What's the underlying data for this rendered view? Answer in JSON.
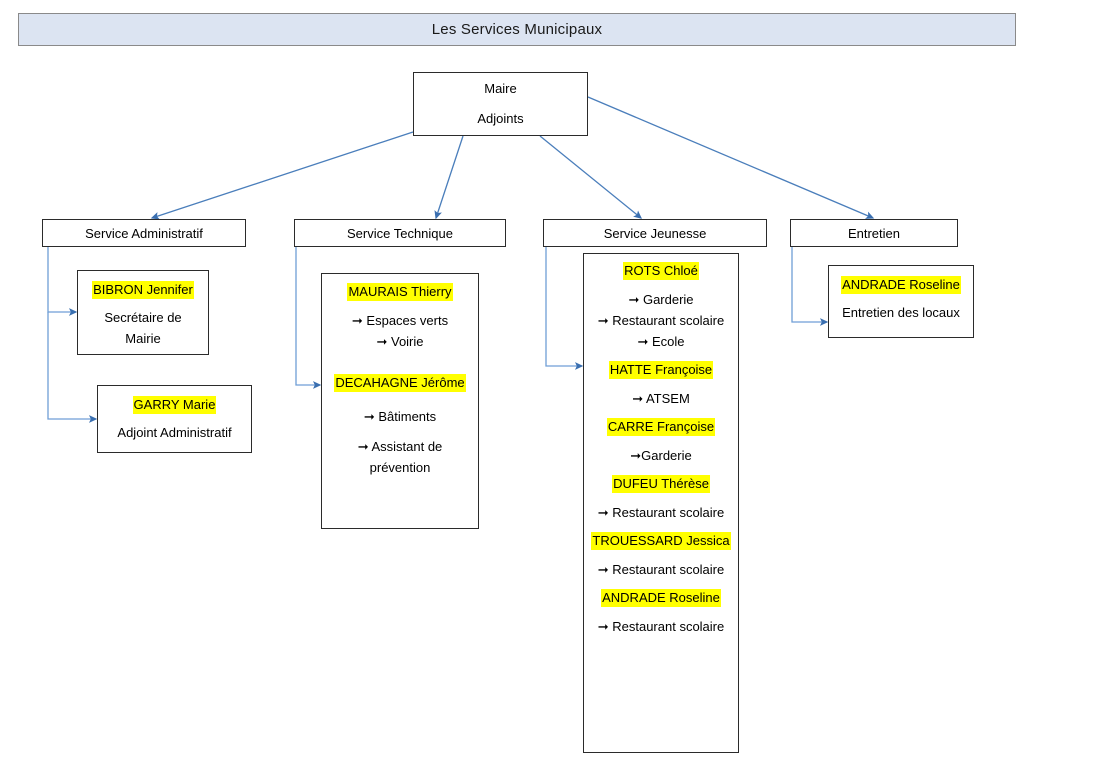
{
  "title": {
    "text": "Les Services Municipaux",
    "background": "#dce4f2",
    "border": "#8a8a8a"
  },
  "colors": {
    "connector": "#4a7ebb",
    "highlight": "#ffff00",
    "box_border": "#2b2b2b",
    "text": "#000000"
  },
  "root": {
    "line1": "Maire",
    "line2": "Adjoints"
  },
  "departments": [
    {
      "id": "administratif",
      "label": "Service Administratif"
    },
    {
      "id": "technique",
      "label": "Service Technique"
    },
    {
      "id": "jeunesse",
      "label": "Service Jeunesse"
    },
    {
      "id": "entretien",
      "label": "Entretien"
    }
  ],
  "administratif": {
    "people": [
      {
        "name": "BIBRON Jennifer",
        "role_line1": "Secrétaire de",
        "role_line2": "Mairie"
      },
      {
        "name": "GARRY Marie",
        "role_line1": "Adjoint Administratif",
        "role_line2": ""
      }
    ]
  },
  "technique": {
    "people": [
      {
        "name": "MAURAIS Thierry",
        "duties": [
          "➞ Espaces verts",
          "➞ Voirie"
        ]
      },
      {
        "name": "DECAHAGNE Jérôme",
        "duties": [
          "➞ Bâtiments",
          "➞ Assistant de",
          "prévention"
        ]
      }
    ]
  },
  "jeunesse": {
    "people": [
      {
        "name": "ROTS Chloé",
        "duties": [
          "➞ Garderie",
          "➞ Restaurant scolaire",
          "➞ Ecole"
        ]
      },
      {
        "name": "HATTE Françoise",
        "duties": [
          "➞ ATSEM"
        ]
      },
      {
        "name": "CARRE Françoise",
        "duties": [
          "➞Garderie"
        ]
      },
      {
        "name": "DUFEU Thérèse",
        "duties": [
          "➞ Restaurant scolaire"
        ]
      },
      {
        "name": "TROUESSARD Jessica",
        "duties": [
          "➞ Restaurant scolaire"
        ]
      },
      {
        "name": "ANDRADE Roseline",
        "duties": [
          "➞ Restaurant scolaire"
        ]
      }
    ]
  },
  "entretien": {
    "people": [
      {
        "name": "ANDRADE Roseline",
        "role_line1": "Entretien des locaux",
        "role_line2": ""
      }
    ]
  }
}
